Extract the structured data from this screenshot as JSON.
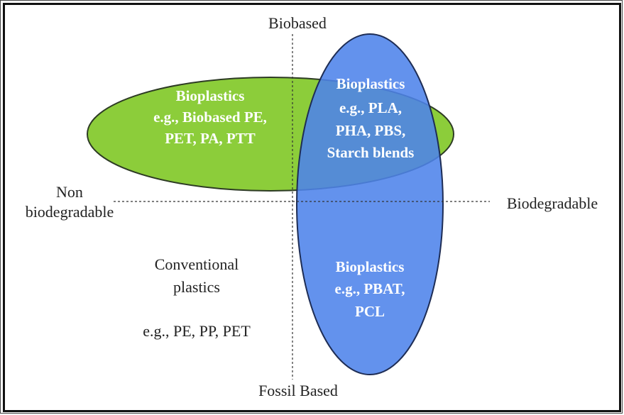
{
  "axes": {
    "top": "Biobased",
    "bottom": "Fossil Based",
    "left": [
      "Non",
      "biodegradable"
    ],
    "right": "Biodegradable"
  },
  "regions": {
    "biobased_non_biodegradable": [
      "Bioplastics",
      "e.g., Biobased PE,",
      "PET, PA, PTT"
    ],
    "biobased_biodegradable": [
      "Bioplastics",
      "e.g., PLA,",
      "PHA,  PBS,",
      "Starch blends"
    ],
    "fossil_biodegradable": [
      "Bioplastics",
      "e.g., PBAT,",
      "PCL"
    ],
    "conventional": [
      "Conventional",
      "plastics"
    ],
    "conventional_examples": "e.g., PE, PP, PET"
  },
  "colors": {
    "green_ellipse": "#8ccd3a",
    "blue_ellipse": "#5b8ee8",
    "outline": "#2b3a2b",
    "text_dark": "#222222",
    "text_light": "#ffffff"
  }
}
